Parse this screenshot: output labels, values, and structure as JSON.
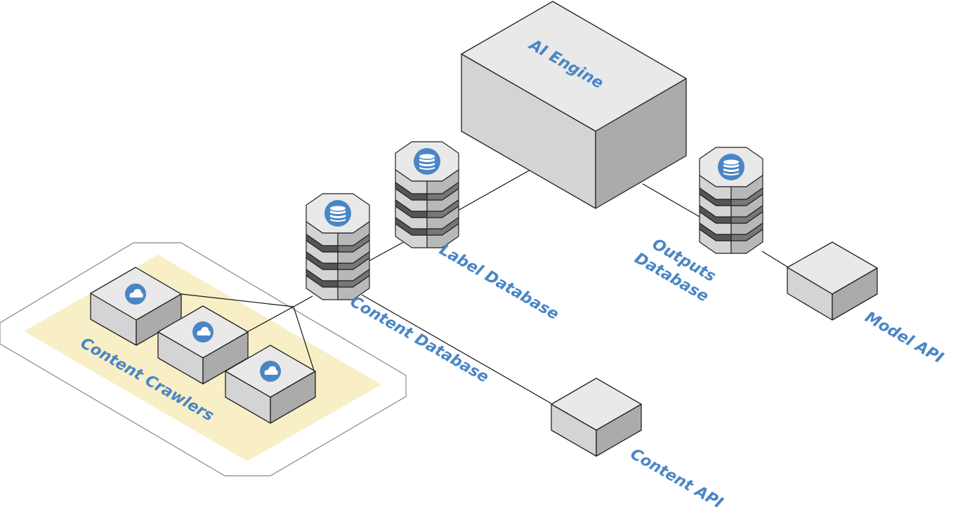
{
  "labels": {
    "ai_engine": "AI Engine",
    "label_database": "Label Database",
    "outputs_database_line1": "Outputs",
    "outputs_database_line2": "Database",
    "content_database": "Content Database",
    "content_crawlers": "Content Crawlers",
    "model_api": "Model API",
    "content_api": "Content API"
  },
  "icons": {
    "database": "database-icon",
    "cloud": "cloud-icon"
  },
  "colors": {
    "label_text": "#4a86c5",
    "icon_fill": "#4a86c5",
    "crawler_zone": "#f8efc6",
    "box_top": "#e9e9e9",
    "box_left": "#d4d4d4",
    "box_right": "#ababab"
  }
}
